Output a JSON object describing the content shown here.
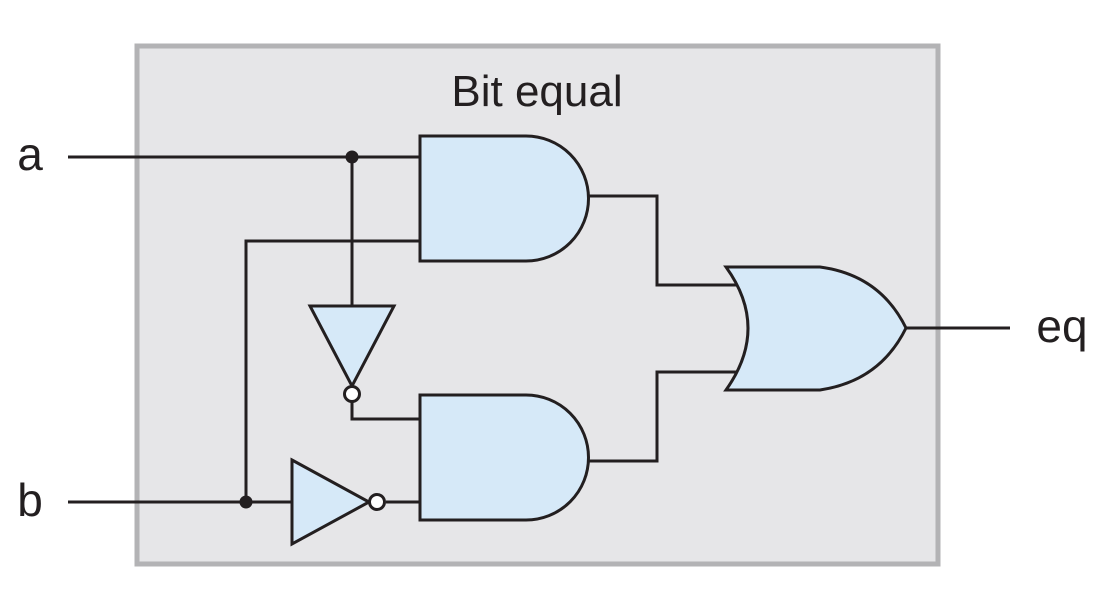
{
  "module": {
    "title": "Bit equal"
  },
  "ports": {
    "inputs": [
      {
        "id": "a",
        "label": "a"
      },
      {
        "id": "b",
        "label": "b"
      }
    ],
    "output": {
      "id": "eq",
      "label": "eq"
    }
  },
  "gates": [
    {
      "id": "and_top",
      "type": "AND",
      "inputs": [
        "a",
        "b"
      ]
    },
    {
      "id": "and_bottom",
      "type": "AND",
      "inputs": [
        "not_a",
        "not_b"
      ]
    },
    {
      "id": "not_a",
      "type": "NOT",
      "inputs": [
        "a"
      ]
    },
    {
      "id": "not_b",
      "type": "NOT",
      "inputs": [
        "b"
      ]
    },
    {
      "id": "or_out",
      "type": "OR",
      "inputs": [
        "and_top",
        "and_bottom"
      ],
      "output": "eq"
    }
  ],
  "colors": {
    "gate_fill": "#d6e9f8",
    "module_fill": "#e6e6e8",
    "module_border": "#b3b3b5",
    "wire": "#231f20"
  }
}
